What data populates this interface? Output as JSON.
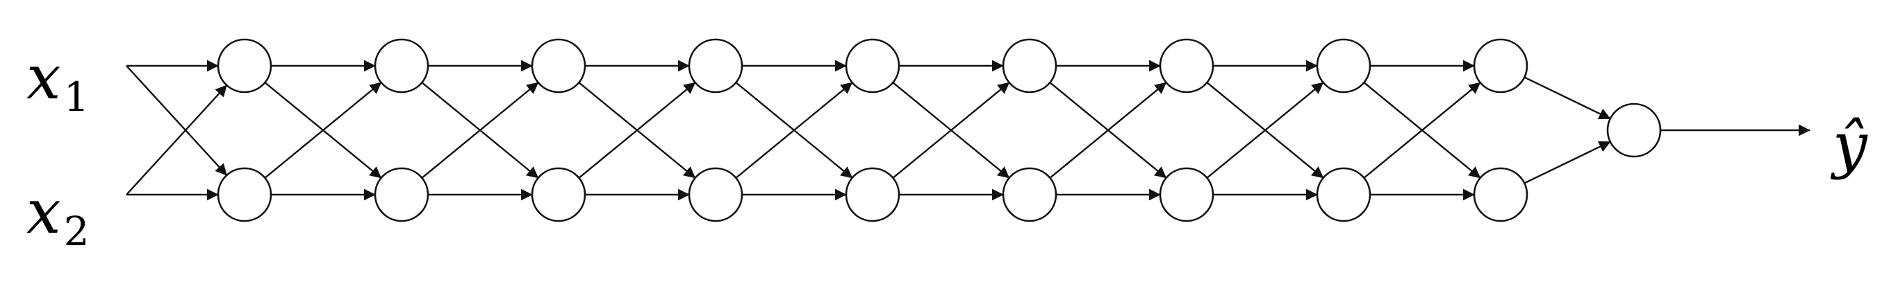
{
  "diagram": {
    "inputs": [
      {
        "var": "x",
        "sub": "1"
      },
      {
        "var": "x",
        "sub": "2"
      }
    ],
    "output": {
      "label": "ŷ"
    },
    "hidden_layers": 9,
    "nodes_per_layer": 2,
    "connectivity": "fully-connected",
    "colors": {
      "line": "#111111",
      "node_fill": "#ffffff",
      "background": "#ffffff"
    }
  }
}
